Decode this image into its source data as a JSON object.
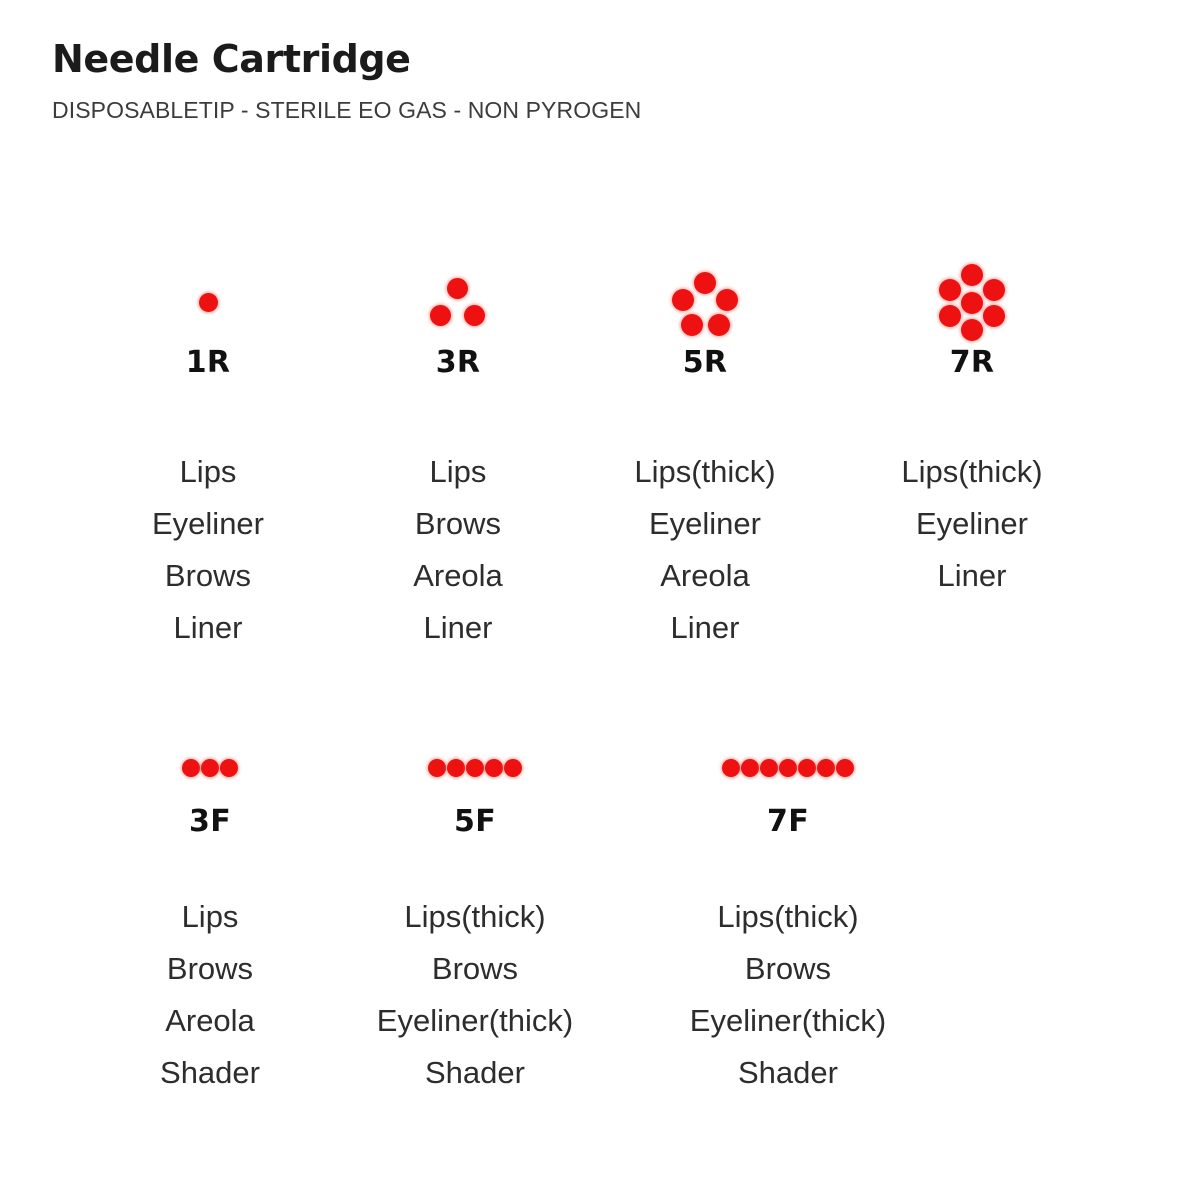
{
  "header": {
    "title": "Needle Cartridge",
    "subtitle": "DISPOSABLETIP - STERILE EO GAS - NON PYROGEN"
  },
  "theme": {
    "dot_color": "#ee1111",
    "background": "#ffffff",
    "title_color": "#1b1b1b",
    "text_color": "#2d2d2d"
  },
  "rows": [
    {
      "row_name": "round-needles",
      "columns": [
        {
          "label": "1R",
          "pattern_name": "single-dot-pattern",
          "dot_count": 1,
          "layout": "single",
          "uses": [
            "Lips",
            "Eyeliner",
            "Brows",
            "Liner"
          ]
        },
        {
          "label": "3R",
          "pattern_name": "triangle-dot-pattern",
          "dot_count": 3,
          "layout": "triangle",
          "uses": [
            "Lips",
            "Brows",
            "Areola",
            "Liner"
          ]
        },
        {
          "label": "5R",
          "pattern_name": "pentagon-dot-pattern",
          "dot_count": 5,
          "layout": "pentagon",
          "uses": [
            "Lips(thick)",
            "Eyeliner",
            "Areola",
            "Liner"
          ]
        },
        {
          "label": "7R",
          "pattern_name": "hexagon-dot-pattern",
          "dot_count": 7,
          "layout": "hexagon-with-center",
          "uses": [
            "Lips(thick)",
            "Eyeliner",
            "Liner"
          ]
        }
      ]
    },
    {
      "row_name": "flat-needles",
      "columns": [
        {
          "label": "3F",
          "pattern_name": "flat-row-3-dot-pattern",
          "dot_count": 3,
          "layout": "row",
          "uses": [
            "Lips",
            "Brows",
            "Areola",
            "Shader"
          ]
        },
        {
          "label": "5F",
          "pattern_name": "flat-row-5-dot-pattern",
          "dot_count": 5,
          "layout": "row",
          "uses": [
            "Lips(thick)",
            "Brows",
            "Eyeliner(thick)",
            "Shader"
          ]
        },
        {
          "label": "7F",
          "pattern_name": "flat-row-7-dot-pattern",
          "dot_count": 7,
          "layout": "row",
          "uses": [
            "Lips(thick)",
            "Brows",
            "Eyeliner(thick)",
            "Shader"
          ]
        }
      ]
    }
  ]
}
